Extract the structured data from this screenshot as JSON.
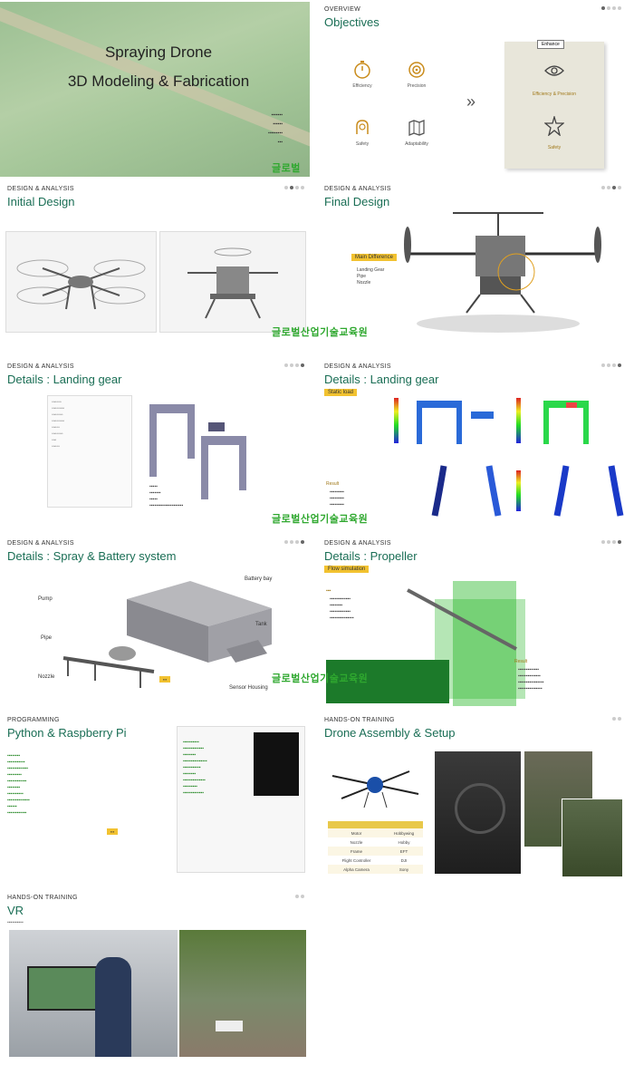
{
  "watermark": "글로벌산업기술교육원",
  "cover": {
    "title_line1": "Spraying Drone",
    "title_line2": "3D Modeling & Fabrication"
  },
  "objectives": {
    "section": "OVERVIEW",
    "title": "Objectives",
    "items": [
      "Efficiency",
      "Precision",
      "Safety",
      "Adaptability"
    ],
    "card_header": "Enhance",
    "card_item1": "Efficiency & Precision",
    "card_item2": "Safety"
  },
  "initial_design": {
    "section": "DESIGN & ANALYSIS",
    "title": "Initial Design"
  },
  "final_design": {
    "section": "DESIGN & ANALYSIS",
    "title": "Final Design",
    "tag": "Main Difference",
    "bullets": [
      "Landing Gear",
      "Pipe",
      "Nozzle"
    ]
  },
  "landing_gear": {
    "section": "DESIGN & ANALYSIS",
    "title": "Details : Landing gear"
  },
  "landing_gear_static": {
    "section": "DESIGN & ANALYSIS",
    "title": "Details : Landing gear",
    "tag": "Static load",
    "result": "Result"
  },
  "spray_battery": {
    "section": "DESIGN & ANALYSIS",
    "title": "Details : Spray & Battery system",
    "labels": {
      "battery": "Battery bay",
      "pump": "Pump",
      "pipe": "Pipe",
      "tank": "Tank",
      "nozzle": "Nozzle",
      "sensor": "Sensor Housing"
    }
  },
  "propeller": {
    "section": "DESIGN & ANALYSIS",
    "title": "Details : Propeller",
    "tag": "Flow simulation",
    "result": "Result"
  },
  "python": {
    "section": "PROGRAMMING",
    "title": "Python & Raspberry Pi"
  },
  "assembly": {
    "section": "HANDS-ON TRAINING",
    "title": "Drone Assembly & Setup",
    "table_rows": [
      [
        "Motor",
        "Hobbywing"
      ],
      [
        "Nozzle",
        "Hobby"
      ],
      [
        "Frame",
        "EFT"
      ],
      [
        "Flight Controller",
        "DJI"
      ],
      [
        "Alpha Camera",
        "Sony"
      ]
    ]
  },
  "vr": {
    "section": "HANDS-ON TRAINING",
    "title": "VR"
  }
}
